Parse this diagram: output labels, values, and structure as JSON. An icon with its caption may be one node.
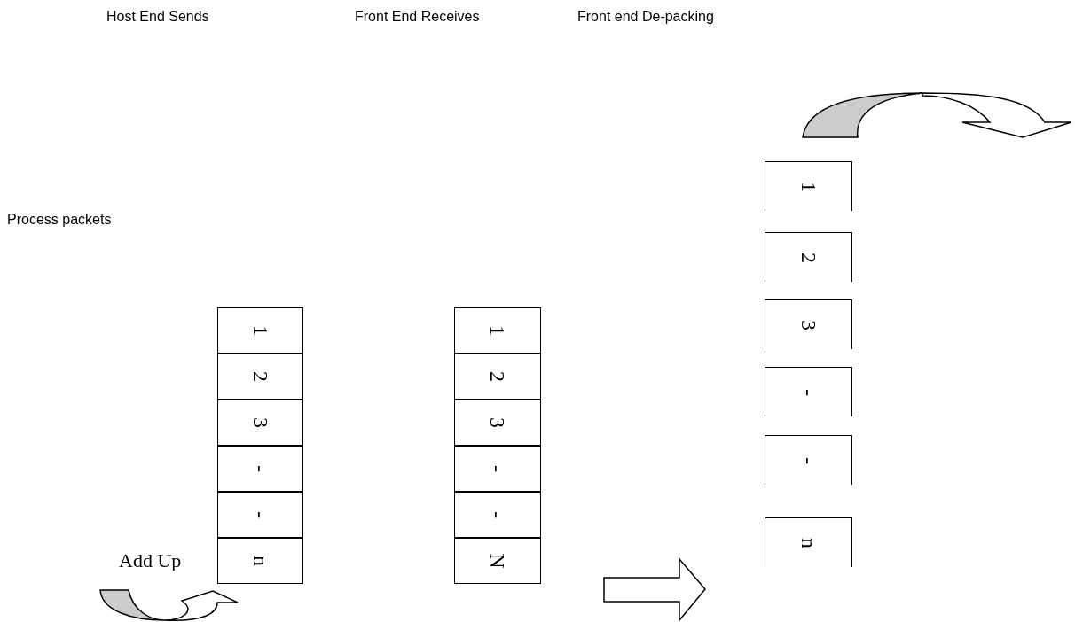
{
  "diagram": {
    "nodes": [
      {
        "text": [
          "1"
        ]
      },
      {
        "text": [
          "2"
        ]
      },
      {
        "text": [
          "3"
        ]
      },
      {
        "text": [
          "-"
        ]
      },
      {
        "text": [
          "-"
        ]
      },
      {
        "text": [
          "n"
        ]
      },
      {
        "text": [
          "1"
        ]
      },
      {
        "text": [
          "2"
        ]
      },
      {
        "text": [
          "3"
        ]
      },
      {
        "text": [
          "-"
        ]
      },
      {
        "text": [
          "-"
        ]
      },
      {
        "text": [
          "N"
        ]
      },
      {
        "text": [
          "1"
        ]
      },
      {
        "text": [
          "2"
        ]
      },
      {
        "text": [
          "3"
        ]
      },
      {
        "text": [
          "-"
        ]
      },
      {
        "text": [
          "-"
        ]
      },
      {
        "text": [
          "n"
        ]
      }
    ],
    "labels": [
      "Host End Sends",
      "Front End Receives",
      "Front end De-packing",
      "Process packets",
      "Add Up"
    ]
  }
}
